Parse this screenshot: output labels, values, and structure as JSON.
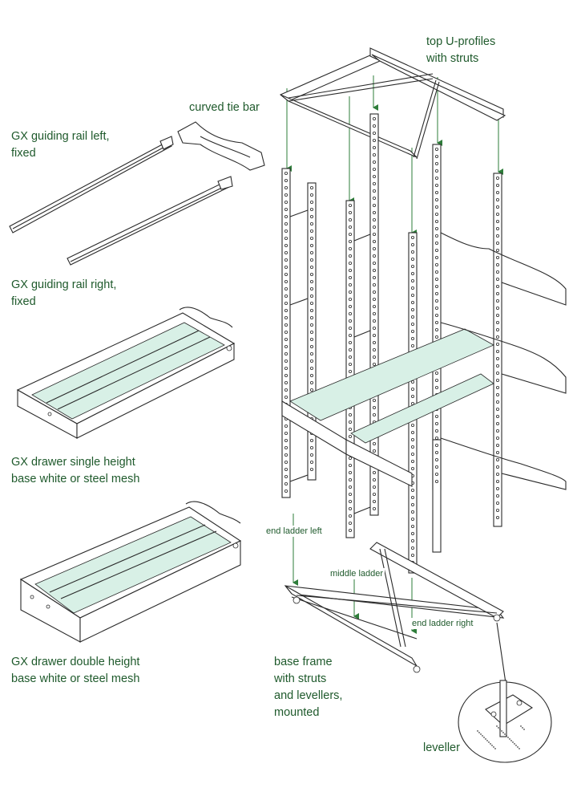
{
  "labels": {
    "top_profiles": [
      "top U-profiles",
      "with struts"
    ],
    "curved_tie_bar": "curved tie bar",
    "rail_left": [
      "GX guiding rail left,",
      "fixed"
    ],
    "rail_right": [
      "GX guiding rail right,",
      "fixed"
    ],
    "drawer_single": [
      "GX drawer single height",
      "base white or steel mesh"
    ],
    "drawer_double": [
      "GX drawer double height",
      "base white or steel mesh"
    ],
    "end_ladder_left": "end ladder left",
    "middle_ladder": "middle ladder",
    "end_ladder_right": "end ladder right",
    "base_frame": [
      "base frame",
      "with struts",
      "and levellers,",
      "mounted"
    ],
    "leveller": "leveller"
  },
  "colors": {
    "label_text": "#1f5a2c",
    "guide_lines": "#2e7d3a",
    "drawer_base": "#d8f0e6",
    "line_art": "#2a2a2a"
  }
}
